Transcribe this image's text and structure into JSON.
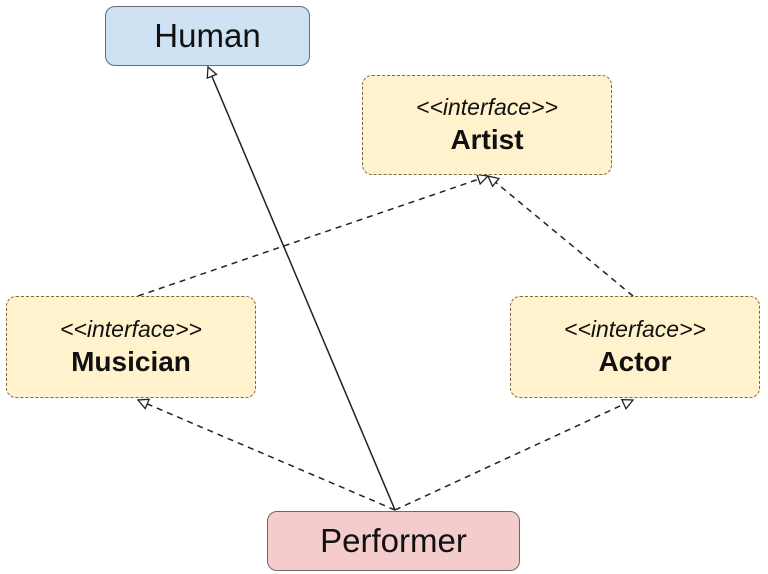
{
  "colors": {
    "class_fill": "#cfe2f3",
    "interface_fill": "#fff2cc",
    "performer_fill": "#f4cccc",
    "line": "#222222"
  },
  "nodes": {
    "human": {
      "name": "Human"
    },
    "artist": {
      "stereotype": "<<interface>>",
      "name": "Artist"
    },
    "musician": {
      "stereotype": "<<interface>>",
      "name": "Musician"
    },
    "actor": {
      "stereotype": "<<interface>>",
      "name": "Actor"
    },
    "performer": {
      "name": "Performer"
    }
  },
  "edges": [
    {
      "from": "performer",
      "to": "human",
      "kind": "generalization"
    },
    {
      "from": "performer",
      "to": "musician",
      "kind": "realization"
    },
    {
      "from": "performer",
      "to": "actor",
      "kind": "realization"
    },
    {
      "from": "musician",
      "to": "artist",
      "kind": "realization"
    },
    {
      "from": "actor",
      "to": "artist",
      "kind": "realization"
    }
  ]
}
